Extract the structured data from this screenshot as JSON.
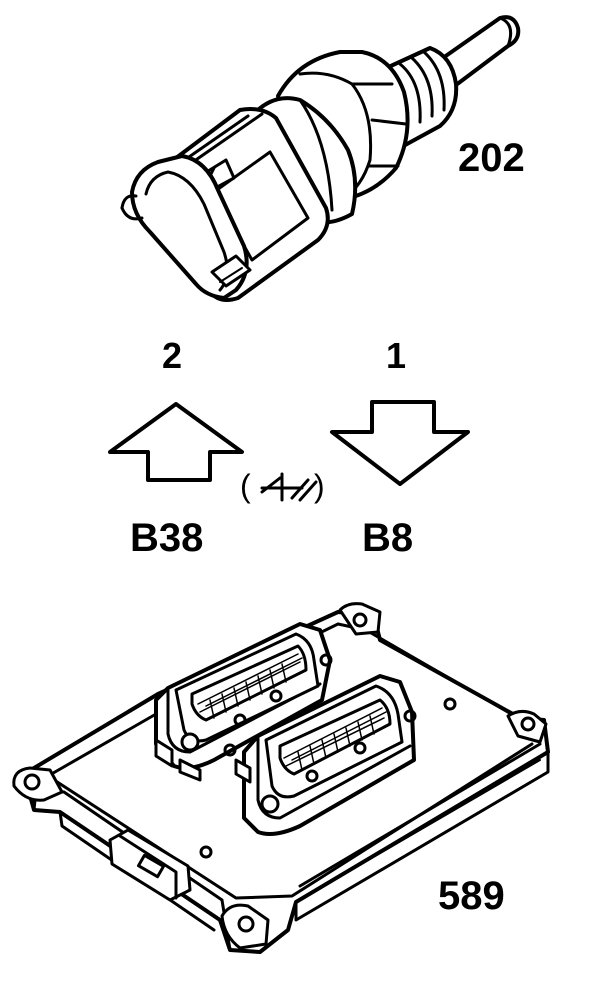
{
  "components": {
    "sensor": {
      "ref": "202"
    },
    "ecu": {
      "ref": "589"
    }
  },
  "signals": [
    {
      "pin": "2",
      "direction": "up",
      "terminal": "B38"
    },
    {
      "pin": "1",
      "direction": "down",
      "terminal": "B8"
    }
  ],
  "ground_symbol": "(",
  "ground_symbol_close": ")",
  "colors": {
    "ink": "#000000",
    "paper": "#ffffff"
  }
}
